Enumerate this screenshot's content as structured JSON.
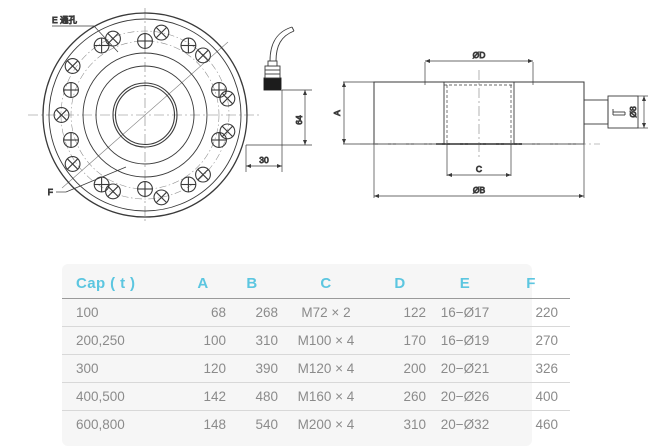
{
  "drawing": {
    "front_view": {
      "leader_label_top": "E 通孔",
      "leader_label_bottom": "F",
      "dim_vertical": "64",
      "dim_horizontal": "30",
      "bolt_hole_count": 16
    },
    "side_view": {
      "dim_top": "ØD",
      "dim_left": "A",
      "dim_center_bottom": "C",
      "dim_bottom": "ØB",
      "dim_right": "Ø8"
    }
  },
  "table": {
    "headers": [
      "Cap ( t )",
      "A",
      "B",
      "C",
      "D",
      "E",
      "F"
    ],
    "header_color": "#5cc6e0",
    "rows": [
      {
        "cap": "100",
        "a": "68",
        "b": "268",
        "c": "M72 × 2",
        "d": "122",
        "e": "16−Ø17",
        "f": "220"
      },
      {
        "cap": "200,250",
        "a": "100",
        "b": "310",
        "c": "M100 × 4",
        "d": "170",
        "e": "16−Ø19",
        "f": "270"
      },
      {
        "cap": "300",
        "a": "120",
        "b": "390",
        "c": "M120 × 4",
        "d": "200",
        "e": "20−Ø21",
        "f": "326"
      },
      {
        "cap": "400,500",
        "a": "142",
        "b": "480",
        "c": "M160 × 4",
        "d": "260",
        "e": "20−Ø26",
        "f": "400"
      },
      {
        "cap": "600,800",
        "a": "148",
        "b": "540",
        "c": "M200 × 4",
        "d": "310",
        "e": "20−Ø32",
        "f": "460"
      }
    ]
  }
}
